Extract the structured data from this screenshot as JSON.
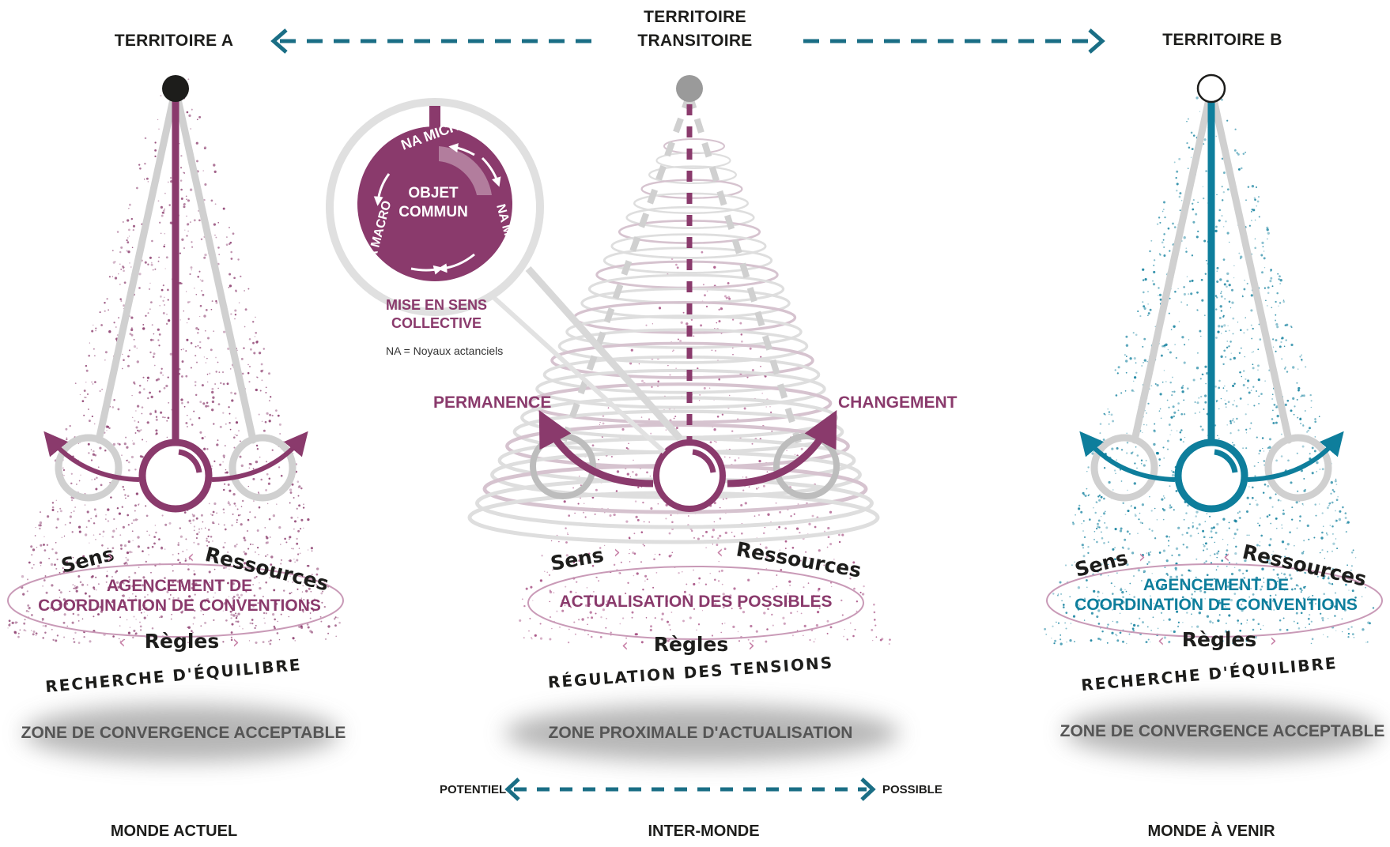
{
  "colors": {
    "purple": "#8a3a6c",
    "teal": "#0e7e9c",
    "dashTeal": "#1a6e85",
    "gray": "#cfcfcf",
    "dark": "#1d1d1b"
  },
  "header": {
    "territoire_a": "TERRITOIRE A",
    "territoire_transitoire_1": "TERRITOIRE",
    "territoire_transitoire_2": "TRANSITOIRE",
    "territoire_b": "TERRITOIRE B"
  },
  "inset": {
    "na_micro": "NA MICRO",
    "na_meso": "NA MÉSO",
    "na_macro": "NA MACRO",
    "objet_1": "OBJET",
    "objet_2": "COMMUN",
    "mise_1": "MISE EN SENS",
    "mise_2": "COLLECTIVE",
    "legend": "NA = Noyaux actanciels"
  },
  "left": {
    "sens": "Sens",
    "ressources": "Ressources",
    "agencement_1": "AGENCEMENT DE",
    "agencement_2": "COORDINATION DE CONVENTIONS",
    "regles": "Règles",
    "recherche": "RECHERCHE D'ÉQUILIBRE",
    "zone": "ZONE DE CONVERGENCE ACCEPTABLE",
    "monde": "MONDE ACTUEL"
  },
  "center": {
    "permanence": "PERMANENCE",
    "changement": "CHANGEMENT",
    "sens": "Sens",
    "ressources": "Ressources",
    "actualisation": "ACTUALISATION DES POSSIBLES",
    "regles": "Règles",
    "regulation": "RÉGULATION DES TENSIONS",
    "zone": "ZONE  PROXIMALE D'ACTUALISATION",
    "potentiel": "POTENTIEL",
    "possible": "POSSIBLE",
    "monde": "INTER-MONDE"
  },
  "right": {
    "sens": "Sens",
    "ressources": "Ressources",
    "agencement_1": "AGENCEMENT DE",
    "agencement_2": "COORDINATION DE CONVENTIONS",
    "regles": "Règles",
    "recherche": "RECHERCHE D'ÉQUILIBRE",
    "zone": "ZONE DE CONVERGENCE ACCEPTABLE",
    "monde": "MONDE À VENIR"
  }
}
